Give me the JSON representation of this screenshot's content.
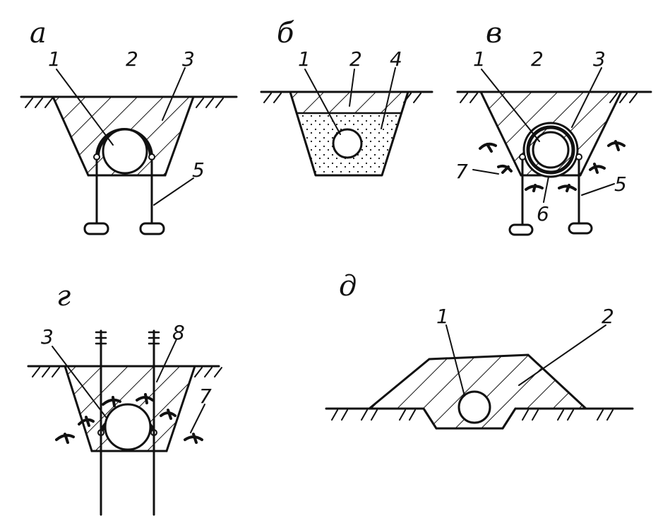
{
  "colors": {
    "ink": "#111111",
    "paper": "#ffffff"
  },
  "panels": [
    {
      "id": "a",
      "letter": "а",
      "callouts": [
        "1",
        "2",
        "3",
        "5"
      ]
    },
    {
      "id": "b",
      "letter": "б",
      "callouts": [
        "1",
        "2",
        "4"
      ]
    },
    {
      "id": "v",
      "letter": "в",
      "callouts": [
        "1",
        "2",
        "3",
        "7",
        "5",
        "6"
      ]
    },
    {
      "id": "g",
      "letter": "г",
      "callouts": [
        "3",
        "8",
        "7"
      ]
    },
    {
      "id": "d",
      "letter": "д",
      "callouts": [
        "1",
        "2"
      ]
    }
  ]
}
